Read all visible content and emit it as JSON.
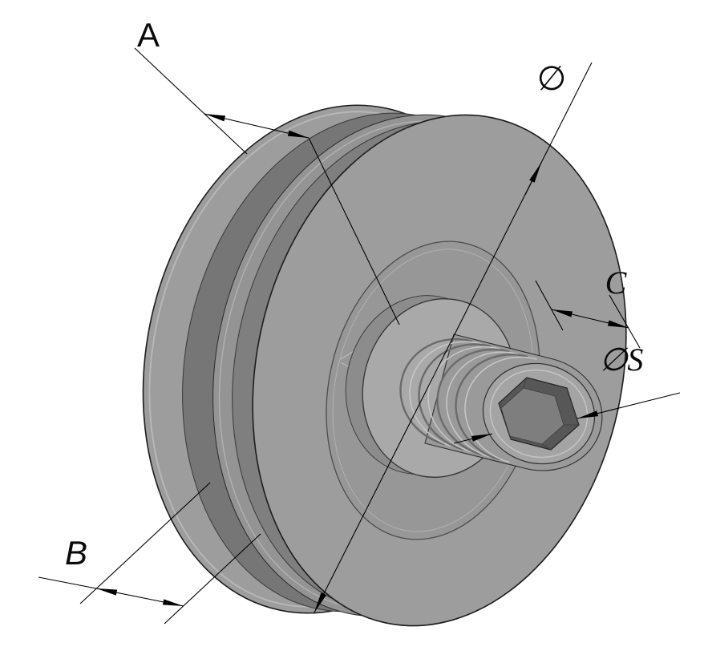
{
  "canvas": {
    "background": "#ffffff"
  },
  "labels": {
    "groove_width": "A",
    "flange_width": "B",
    "outer_diameter": "∅",
    "hub_depth": "C",
    "socket_size": "∅S"
  },
  "colors": {
    "background": "#ffffff",
    "body": "#9d9d9d",
    "rim_band": "#949494",
    "groove_outer": "#767676",
    "groove_inner": "#7f7f7f",
    "hub_recess": "#979797",
    "boss_side": "#8c8c8c",
    "boss": "#a9a9a9",
    "shaft": "#9a9a9a",
    "thread_dark": "#6b6b6b",
    "thread_light": "#c8c8c8",
    "end_face": "#a4a4a4",
    "hex_outer": "#575757",
    "hex_inner": "#7e7e7e",
    "outline": "#1c1c1c",
    "highlight": "#cccccc",
    "dimension": "#000000"
  }
}
